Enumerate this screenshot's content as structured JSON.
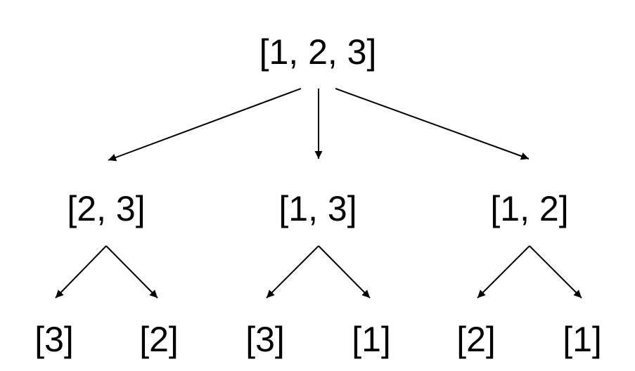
{
  "root": {
    "label": "[1, 2, 3]"
  },
  "level1": [
    {
      "label": "[2, 3]",
      "children": [
        {
          "label": "[3]"
        },
        {
          "label": "[2]"
        }
      ]
    },
    {
      "label": "[1, 3]",
      "children": [
        {
          "label": "[3]"
        },
        {
          "label": "[1]"
        }
      ]
    },
    {
      "label": "[1, 2]",
      "children": [
        {
          "label": "[2]"
        },
        {
          "label": "[1]"
        }
      ]
    }
  ],
  "colors": {
    "ink": "#000000",
    "background": "#ffffff"
  }
}
